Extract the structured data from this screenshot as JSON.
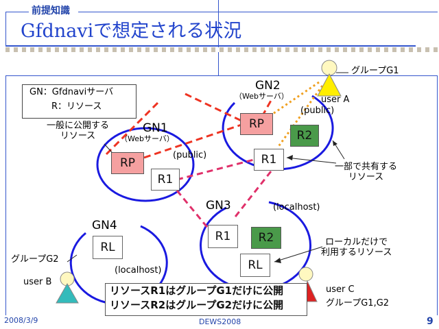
{
  "header": {
    "section_label": "前提知識",
    "title": "Gfdnaviで想定される状況"
  },
  "legend_box": {
    "line1": "GN：Gfdnaviサーバ",
    "line2": "R：リソース"
  },
  "nodes": {
    "gn1": {
      "label": "GN1",
      "sublabel": "（Webサーバ）",
      "public": "(public)",
      "rp": "RP",
      "r1": "R1"
    },
    "gn2": {
      "label": "GN2",
      "sublabel": "（Webサーバ）",
      "public": "(public)",
      "rp": "RP",
      "r1": "R1",
      "r2": "R2"
    },
    "gn3": {
      "label": "GN3",
      "localhost": "(localhost)",
      "r1": "R1",
      "r2": "R2",
      "rl": "RL"
    },
    "gn4": {
      "label": "GN4",
      "localhost": "(localhost)",
      "rl": "RL"
    }
  },
  "annotations": {
    "public_resource": "一般に公開する\nリソース",
    "shared_resource": "一部で共有する\nリソース",
    "local_resource": "ローカルだけで\n利用するリソース",
    "group_g1": "グループG1",
    "group_g2": "グループG2",
    "user_a": "user A",
    "user_b": "user B",
    "user_c": "user C",
    "user_c_groups": "グループG1,G2"
  },
  "policy_box": {
    "line1": "リソースR1はグループG1だけに公開",
    "line2": "リソースR2はグループG2だけに公開"
  },
  "footer": {
    "date": "2008/3/9",
    "event": "DEWS2008",
    "page": "9"
  },
  "colors": {
    "frame": "#3355cc",
    "ellipse": "#1a1ae0",
    "pink_box": "#f5a0a0",
    "green_box": "#4a9a4a",
    "dashed_red": "#ee3322",
    "dashed_pink": "#e0306a",
    "dotted_orange": "#f0a020",
    "user_a": "#ffee00",
    "user_b": "#33bbbb",
    "user_c": "#dd2222",
    "head": "#fff8c0"
  }
}
